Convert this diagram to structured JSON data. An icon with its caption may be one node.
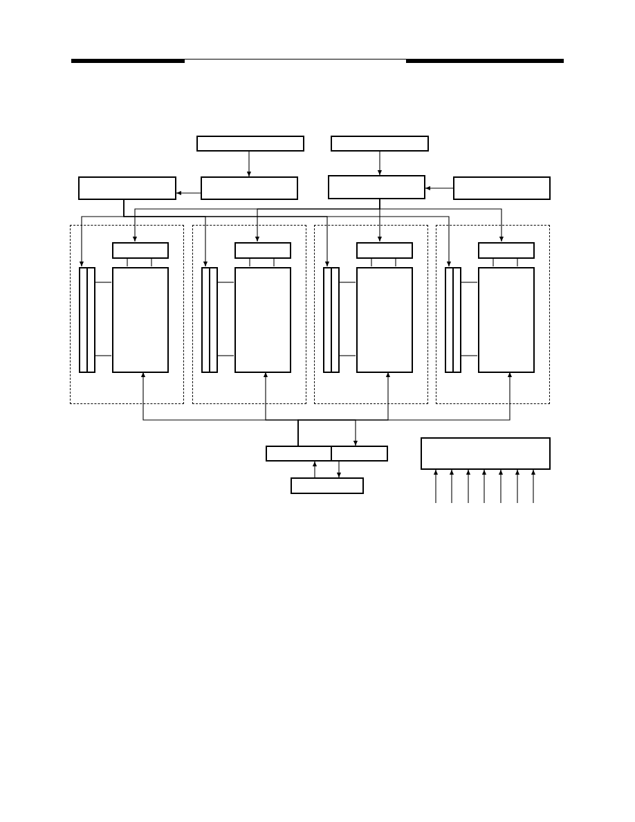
{
  "diagram": {
    "nodes": [
      {
        "text": [],
        "shape": "box"
      },
      {
        "text": [],
        "shape": "box"
      },
      {
        "text": [],
        "shape": "box"
      },
      {
        "text": [],
        "shape": "box"
      },
      {
        "text": [],
        "shape": "box"
      },
      {
        "text": [],
        "shape": "box"
      },
      {
        "text": [],
        "shape": "box"
      },
      {
        "text": [],
        "shape": "box",
        "in": 6
      },
      {
        "text": [],
        "shape": "box",
        "in": 6
      },
      {
        "text": [],
        "shape": "box",
        "in": 6
      },
      {
        "text": [],
        "shape": "box",
        "in": 6
      },
      {
        "text": [],
        "shape": "box"
      },
      {
        "text": [],
        "shape": "box",
        "in": 11
      },
      {
        "text": [],
        "shape": "box",
        "in": 11
      },
      {
        "text": [],
        "shape": "box",
        "in": 11
      },
      {
        "text": [],
        "shape": "box",
        "in": 11
      },
      {
        "text": [],
        "shape": "box"
      },
      {
        "text": [],
        "shape": "box",
        "in": 16
      },
      {
        "text": [],
        "shape": "box",
        "in": 16
      },
      {
        "text": [],
        "shape": "box",
        "in": 16
      },
      {
        "text": [],
        "shape": "box",
        "in": 16
      },
      {
        "text": [],
        "shape": "box"
      },
      {
        "text": [],
        "shape": "box",
        "in": 21
      },
      {
        "text": [],
        "shape": "box",
        "in": 21
      },
      {
        "text": [],
        "shape": "box",
        "in": 21
      },
      {
        "text": [],
        "shape": "box",
        "in": 21
      },
      {
        "text": [],
        "shape": "box"
      },
      {
        "text": [],
        "shape": "box"
      },
      {
        "text": [],
        "shape": "box"
      },
      {
        "text": [],
        "shape": "box"
      }
    ],
    "edges": [
      {
        "from": 0,
        "to": 3,
        "arrow": "to"
      },
      {
        "from": 1,
        "to": 4,
        "arrow": "to"
      },
      {
        "from": 3,
        "to": 2,
        "arrow": "to"
      },
      {
        "from": 5,
        "to": 4,
        "arrow": "to"
      },
      {
        "from": 2,
        "to": 8,
        "arrow": "to"
      },
      {
        "from": 4,
        "to": 7,
        "arrow": "to"
      },
      {
        "from": 2,
        "to": 13,
        "arrow": "to"
      },
      {
        "from": 4,
        "to": 12,
        "arrow": "to"
      },
      {
        "from": 2,
        "to": 18,
        "arrow": "to"
      },
      {
        "from": 4,
        "to": 17,
        "arrow": "to"
      },
      {
        "from": 2,
        "to": 23,
        "arrow": "to"
      },
      {
        "from": 4,
        "to": 22,
        "arrow": "to"
      },
      {
        "from": 7,
        "to": 10,
        "arrow": "none"
      },
      {
        "from": 7,
        "to": 10,
        "arrow": "none"
      },
      {
        "from": 9,
        "to": 10,
        "arrow": "none"
      },
      {
        "from": 9,
        "to": 10,
        "arrow": "none"
      },
      {
        "from": 12,
        "to": 15,
        "arrow": "none"
      },
      {
        "from": 12,
        "to": 15,
        "arrow": "none"
      },
      {
        "from": 14,
        "to": 15,
        "arrow": "none"
      },
      {
        "from": 14,
        "to": 15,
        "arrow": "none"
      },
      {
        "from": 17,
        "to": 20,
        "arrow": "none"
      },
      {
        "from": 17,
        "to": 20,
        "arrow": "none"
      },
      {
        "from": 19,
        "to": 20,
        "arrow": "none"
      },
      {
        "from": 19,
        "to": 20,
        "arrow": "none"
      },
      {
        "from": 22,
        "to": 25,
        "arrow": "none"
      },
      {
        "from": 22,
        "to": 25,
        "arrow": "none"
      },
      {
        "from": 24,
        "to": 25,
        "arrow": "none"
      },
      {
        "from": 24,
        "to": 25,
        "arrow": "none"
      },
      {
        "from": 26,
        "to": 10,
        "arrow": "to"
      },
      {
        "from": 26,
        "to": 15,
        "arrow": "to"
      },
      {
        "from": 26,
        "to": 20,
        "arrow": "to"
      },
      {
        "from": 26,
        "to": 25,
        "arrow": "to"
      },
      {
        "from": 26,
        "to": 27,
        "arrow": "to"
      },
      {
        "from": 29,
        "to": 26,
        "arrow": "to"
      },
      {
        "from": 27,
        "to": 29,
        "arrow": "to"
      },
      {
        "from": null,
        "to": 28,
        "arrow": "to"
      },
      {
        "from": null,
        "to": 28,
        "arrow": "to"
      },
      {
        "from": null,
        "to": 28,
        "arrow": "to"
      },
      {
        "from": null,
        "to": 28,
        "arrow": "to"
      },
      {
        "from": null,
        "to": 28,
        "arrow": "to"
      },
      {
        "from": null,
        "to": 28,
        "arrow": "to"
      },
      {
        "from": null,
        "to": 28,
        "arrow": "to"
      }
    ]
  }
}
